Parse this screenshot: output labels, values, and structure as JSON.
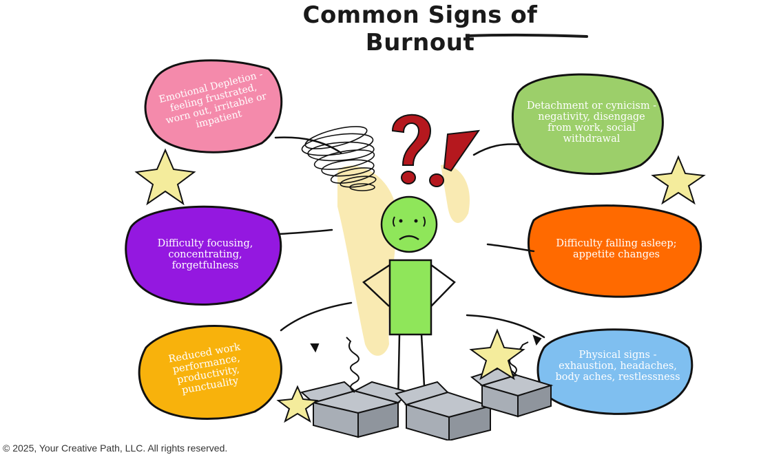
{
  "title": "Common Signs of Burnout",
  "signs": [
    {
      "text": "Emotional Depletion - feeling frustrated, worn out, irritable or impatient",
      "color": "#f48aab"
    },
    {
      "text": "Detachment or cynicism - negativity, disengage from work, social withdrawal",
      "color": "#9ccf6a"
    },
    {
      "text": "Difficulty focusing, concentrating, forgetfulness",
      "color": "#9418e0"
    },
    {
      "text": "Difficulty falling asleep; appetite changes",
      "color": "#ff6a00"
    },
    {
      "text": "Reduced work performance, productivity, punctuality",
      "color": "#f8b20c"
    },
    {
      "text": "Physical signs - exhaustion, headaches, body aches, restlessness",
      "color": "#7fbff0"
    }
  ],
  "colors": {
    "figure_body": "#8fe65a",
    "question_marks": "#b5181e",
    "highlight": "#f8e6a4",
    "boxes": "#a8aeb6",
    "star_fill": "#f4ec9c"
  },
  "footer": "© 2025, Your Creative Path, LLC. All rights reserved."
}
